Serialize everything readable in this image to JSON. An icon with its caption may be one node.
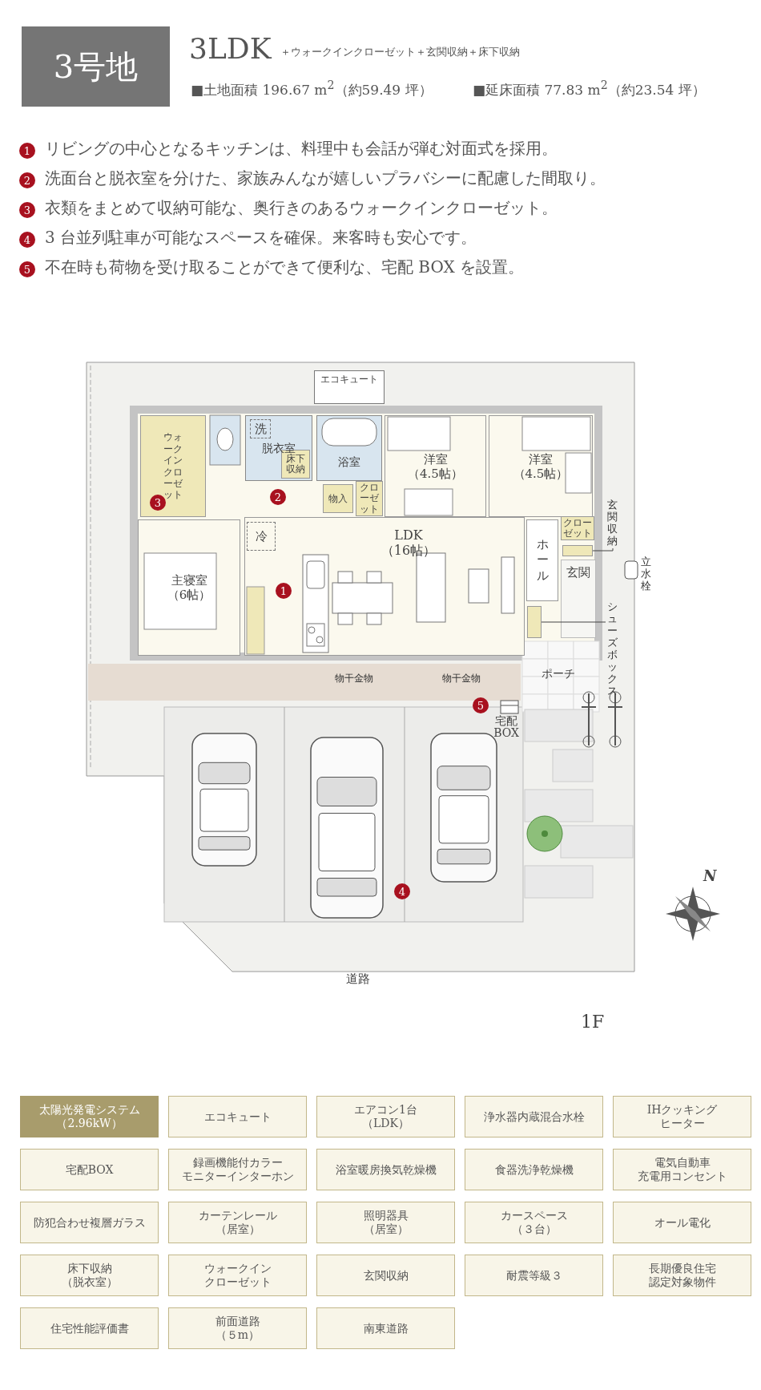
{
  "diagram": {
    "title": "3号地",
    "nodes": [
      {
        "text": [
          "エコキュート"
        ]
      },
      {
        "text": [
          "ウォークインクローゼット"
        ]
      },
      {
        "text": [
          "脱衣室"
        ]
      },
      {
        "text": [
          "洗"
        ],
        "in": 2
      },
      {
        "text": [
          "床下収納"
        ],
        "in": 2
      },
      {
        "text": [
          "浴室"
        ]
      },
      {
        "text": [
          "洋室",
          "（4.5帖）"
        ]
      },
      {
        "text": [
          "洋室",
          "（4.5帖）"
        ]
      },
      {
        "text": [
          "物入"
        ]
      },
      {
        "text": [
          "クローゼット"
        ]
      },
      {
        "text": [
          "クローゼット"
        ]
      },
      {
        "text": [
          "玄関収納"
        ]
      },
      {
        "text": [],
        "shape": "box"
      },
      {
        "text": [
          "LDK",
          "（16帖）"
        ]
      },
      {
        "text": [
          "冷"
        ],
        "in": 13
      },
      {
        "text": [
          "ホール"
        ]
      },
      {
        "text": [
          "主寝室",
          "（6帖）"
        ]
      },
      {
        "text": [
          "玄関"
        ]
      },
      {
        "text": [
          "シューズボックス"
        ]
      },
      {
        "text": [],
        "shape": "box"
      },
      {
        "text": [
          "ポーチ"
        ]
      },
      {
        "text": [
          "太陽光発電システム（2.96kW）"
        ]
      },
      {
        "text": [
          "エコキュート"
        ]
      },
      {
        "text": [
          "エアコン1台（LDK）"
        ]
      },
      {
        "text": [
          "浄水器内蔵混合水栓"
        ]
      },
      {
        "text": [
          "IHクッキングヒーター"
        ]
      },
      {
        "text": [
          "宅配BOX"
        ]
      },
      {
        "text": [
          "録画機能付カラーモニターインターホン"
        ]
      },
      {
        "text": [
          "浴室暖房換気乾燥機"
        ]
      },
      {
        "text": [
          "食器洗浄乾燥機"
        ]
      },
      {
        "text": [
          "電気自動車充電用コンセント"
        ]
      },
      {
        "text": [
          "防犯合わせ複層ガラス"
        ]
      },
      {
        "text": [
          "カーテンレール（居室）"
        ]
      },
      {
        "text": [
          "照明器具（居室）"
        ]
      },
      {
        "text": [
          "カースペース（３台）"
        ]
      },
      {
        "text": [
          "オール電化"
        ]
      },
      {
        "text": [
          "床下収納（脱衣室）"
        ]
      },
      {
        "text": [
          "ウォークインクローゼット"
        ]
      },
      {
        "text": [
          "玄関収納"
        ]
      },
      {
        "text": [
          "耐震等級３"
        ]
      },
      {
        "text": [
          "長期優良住宅認定対象物件"
        ]
      },
      {
        "text": [
          "住宅性能評価書"
        ]
      },
      {
        "text": [
          "前面道路（５m）"
        ]
      },
      {
        "text": [
          "南東道路"
        ]
      }
    ],
    "edges": [
      {
        "from": 11,
        "to": 12,
        "arrow": "none"
      },
      {
        "from": 18,
        "to": 19,
        "arrow": "none"
      }
    ],
    "labels": [
      "3LDK",
      "＋ウォークインクローゼット＋玄関収納＋床下収納",
      "■土地面積 196.67 m$^{2}$（約59.49 坪）",
      "■延床面積 77.83 m$^{2}$（約23.54 坪）",
      "1",
      "リビングの中心となるキッチンは、料理中も会話が弾む対面式を採用。",
      "2",
      "洗面台と脱衣室を分けた、家族みんなが嬉しいプラバシーに配慮した間取り。",
      "3",
      "衣類をまとめて収納可能な、奥行きのあるウォークインクローゼット。",
      "4",
      "3 台並列駐車が可能なスペースを確保。来客時も安心です。",
      "5",
      "不在時も荷物を受け取ることができて便利な、宅配 BOX を設置。",
      "3",
      "2",
      "1",
      "立水栓",
      "物干金物",
      "物干金物",
      "5",
      "宅配BOX",
      "4",
      "N",
      "道路",
      "1F"
    ]
  }
}
